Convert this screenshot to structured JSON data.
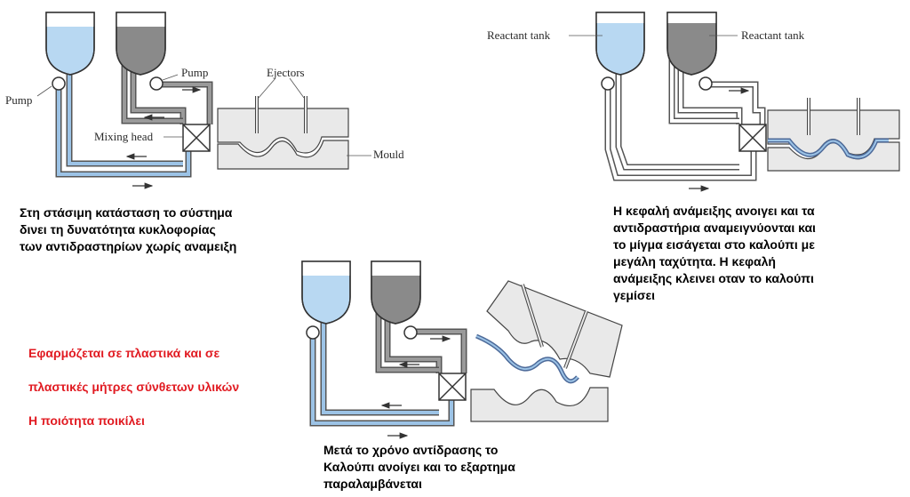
{
  "labels": {
    "pump": "Pump",
    "ejectors": "Ejectors",
    "mixing_head": "Mixing head",
    "mould": "Mould",
    "reactant_tank": "Reactant tank"
  },
  "captions": {
    "step1": "Στη στάσιμη κατάσταση το σύστημα\nδινει τη δυνατότητα κυκλοφορίας\nτων αντιδραστηρίων χωρίς αναμειξη",
    "step2": "Η κεφαλή ανάμειξης ανοιγει και τα\nαντιδραστήρια  αναμειγνύονται και\nτο μίγμα εισάγεται στο καλούπι με\nμεγάλη ταχύτητα. Η κεφαλή\nανάμειξης κλεινει οταν το καλούπι\nγεμίσει",
    "step3": "Μετά το χρόνο αντίδρασης το\nΚαλούπι ανοίγει και το εξαρτημα\nπαραλαμβάνεται",
    "note_line1": "Εφαρμόζεται σε πλαστικά και σε",
    "note_line2": "πλαστικές  μήτρες σύνθετων υλικών",
    "note_line3": "Η ποιότητα ποικίλει"
  },
  "colors": {
    "tank_blue": "#b8d8f2",
    "tank_dark": "#8a8a8a",
    "pipe_blue": "#9cc3e6",
    "pipe_gray": "#9a9a9a",
    "mould_fill": "#e9e9e9",
    "note_red": "#e11b22"
  }
}
